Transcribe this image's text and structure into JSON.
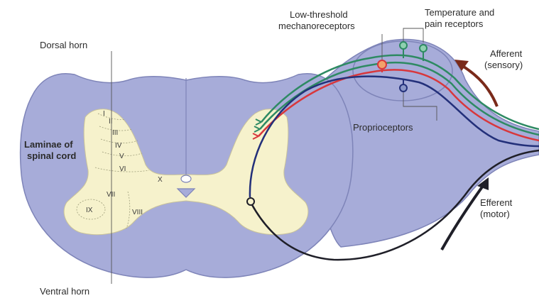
{
  "labels": {
    "dorsal_horn": "Dorsal horn",
    "ventral_horn": "Ventral horn",
    "laminae_line1": "Laminae of",
    "laminae_line2": "spinal cord",
    "low_threshold_line1": "Low-threshold",
    "low_threshold_line2": "mechanoreceptors",
    "temp_pain_line1": "Temperature and",
    "temp_pain_line2": "pain receptors",
    "afferent_line1": "Afferent",
    "afferent_line2": "(sensory)",
    "efferent_line1": "Efferent",
    "efferent_line2": "(motor)",
    "proprioceptors": "Proprioceptors"
  },
  "laminae": [
    "I",
    "II",
    "III",
    "IV",
    "V",
    "VI",
    "VII",
    "VIII",
    "IX",
    "X"
  ],
  "colors": {
    "white_matter": "#a7acd9",
    "gray_matter": "#f6f2cc",
    "outline": "#7e84b8",
    "green_fiber": "#2e8a63",
    "red_fiber": "#d8373c",
    "navy_fiber": "#23307a",
    "black_fiber": "#1f1f28",
    "arrow": "#7a2a1a"
  }
}
